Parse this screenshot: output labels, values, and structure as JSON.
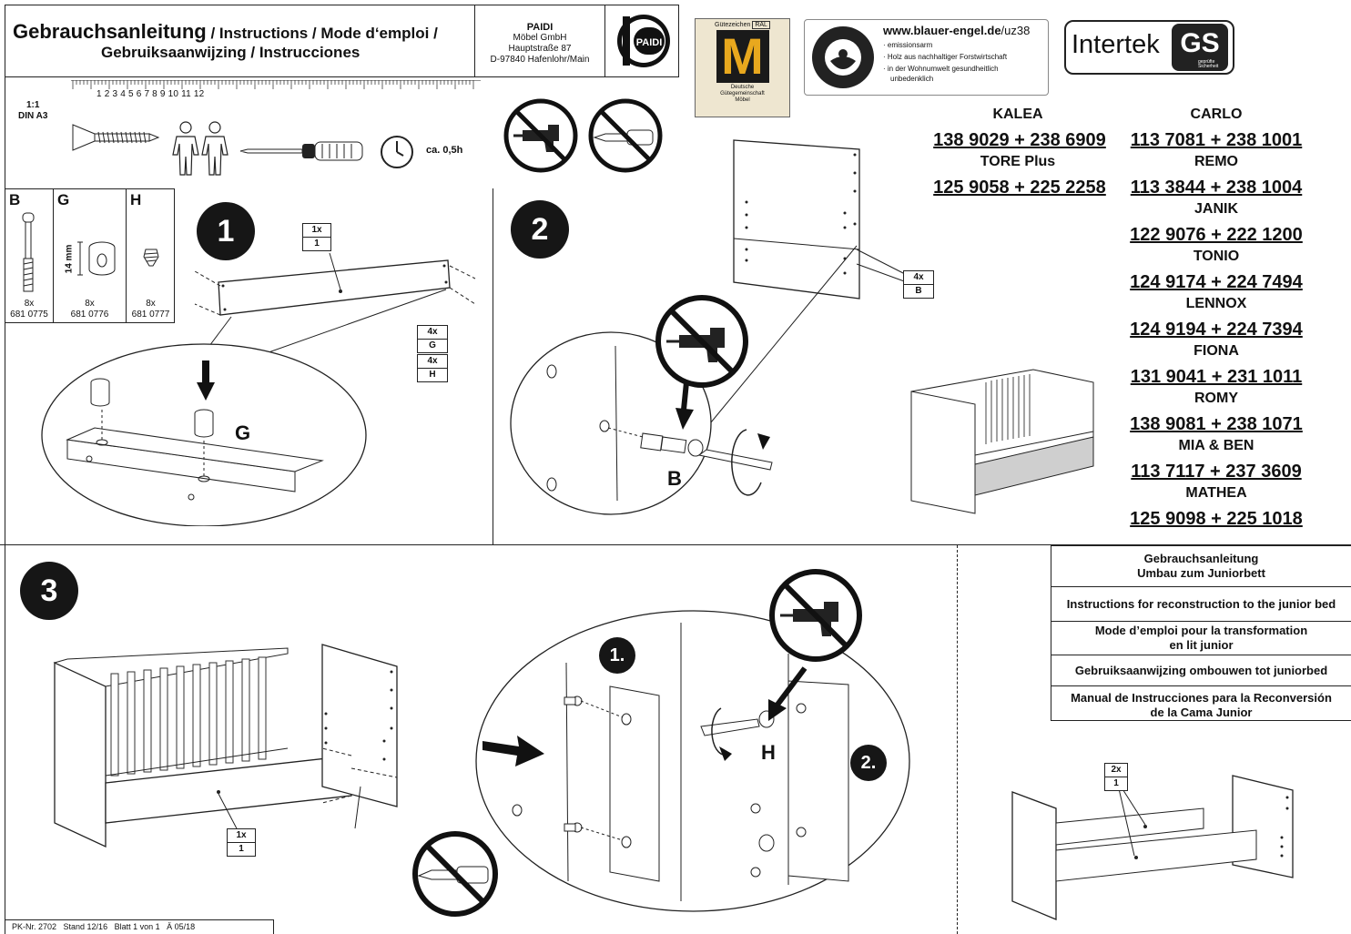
{
  "header": {
    "title_main": "Gebrauchsanleitung",
    "title_rest_line1": " / Instructions / Mode d‘emploi /",
    "title_rest_line2": "Gebruiksaanwijzing / Instrucciones",
    "company_name": "PAIDI",
    "company_line1": "Möbel GmbH",
    "company_line2": "Hauptstraße 87",
    "company_line3": "D-97840 Hafenlohr/Main",
    "logo_text": "PAIDI"
  },
  "certs": {
    "ral_top": "Gütezeichen",
    "ral_badge": "RAL",
    "ral_bottom1": "Deutsche",
    "ral_bottom2": "Gütegemeinschaft",
    "ral_bottom3": "Möbel",
    "blauer_url_bold": "www.blauer-engel.de",
    "blauer_url_rest": "/uz38",
    "blauer_item1": "emissionsarm",
    "blauer_item2": "Holz aus nachhaltiger Forstwirtschaft",
    "blauer_item3": "in der Wohnumwelt gesundheitlich",
    "blauer_item4": "unbedenklich",
    "intertek": "Intertek",
    "gs": "GS",
    "gs_small": "geprüfte Sicherheit"
  },
  "tools": {
    "scale": "1:1",
    "paper": "DIN A3",
    "ruler_numbers": "1 2 3 4 5 6 7 8 9 10 11 12",
    "time": "ca. 0,5h"
  },
  "parts": [
    {
      "letter": "B",
      "qty": "8x",
      "code": "681 0775"
    },
    {
      "letter": "G",
      "qty": "8x",
      "code": "681 0776",
      "dimension": "14 mm"
    },
    {
      "letter": "H",
      "qty": "8x",
      "code": "681 0777"
    }
  ],
  "steps": {
    "step1": "1",
    "step2": "2",
    "step3": "3",
    "sub1": "1.",
    "sub2": "2."
  },
  "labels": {
    "tag_1x": "1x",
    "tag_1": "1",
    "tag_2x": "2x",
    "tag_4x": "4x",
    "G": "G",
    "B": "B",
    "H": "H"
  },
  "models": [
    {
      "name": "KALEA",
      "number": "138 9029 + 238 6909"
    },
    {
      "name": "TORE Plus",
      "number": "125 9058 + 225 2258"
    },
    {
      "name": "CARLO",
      "number": "113 7081 + 238 1001"
    },
    {
      "name": "REMO",
      "number": "113 3844 + 238 1004"
    },
    {
      "name": "JANIK",
      "number": "122 9076 + 222 1200"
    },
    {
      "name": "TONIO",
      "number": "124 9174 + 224 7494"
    },
    {
      "name": "LENNOX",
      "number": "124 9194 + 224 7394"
    },
    {
      "name": "FIONA",
      "number": "131 9041 + 231 1011"
    },
    {
      "name": "ROMY",
      "number": "138 9081 + 238 1071"
    },
    {
      "name": "MIA & BEN",
      "number": "113 7117 + 237 3609"
    },
    {
      "name": "MATHEA",
      "number": "125 9098 + 225 1018"
    }
  ],
  "languages": {
    "de_line1": "Gebrauchsanleitung",
    "de_line2": "Umbau zum Juniorbett",
    "en": "Instructions for reconstruction to the junior bed",
    "fr_line1": "Mode d’emploi pour la transformation",
    "fr_line2": "en lit junior",
    "nl": "Gebruiksaanwijzing ombouwen tot juniorbed",
    "es_line1": "Manual de Instrucciones para la Reconversión",
    "es_line2": "de la Cama Junior"
  },
  "footer": {
    "text": "PK-Nr. 2702   Stand 12/16   Blatt 1 von 1   Ä 05/18"
  }
}
